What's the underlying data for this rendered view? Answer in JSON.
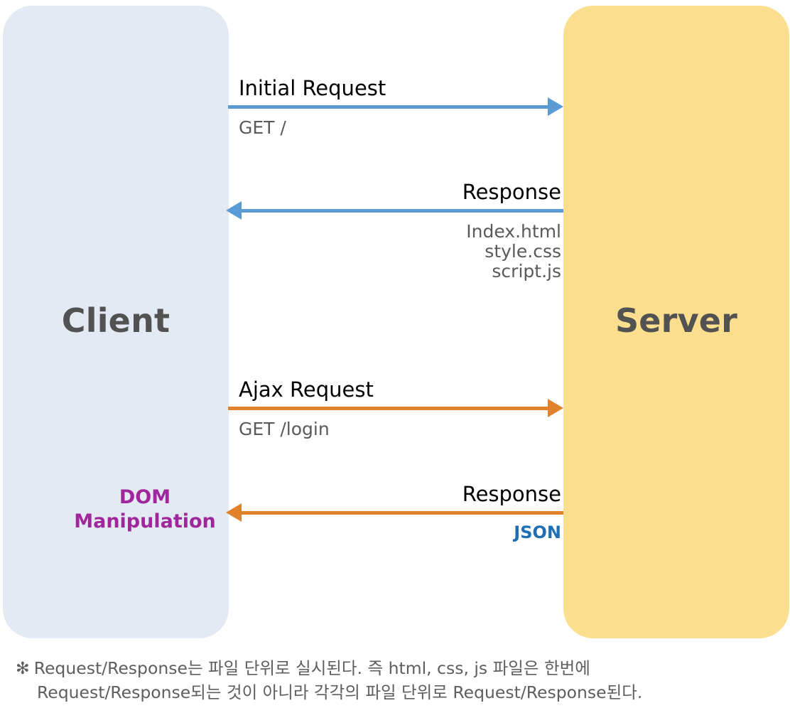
{
  "diagram": {
    "type": "sequence-diagram",
    "title": "Client / Server Request-Response with Ajax",
    "colors": {
      "client_lane": "#e3eaf3",
      "server_lane": "#fcdf8e",
      "lane_label": "#525252",
      "initial_arrow": "#5b9bd5",
      "ajax_arrow": "#e1812c",
      "dom_note": "#a0269b",
      "json_label": "#1f6fb5",
      "sub_text": "#5a5a5a",
      "footnote": "#5e5e5e"
    }
  },
  "lanes": {
    "client": {
      "label": "Client"
    },
    "server": {
      "label": "Server"
    }
  },
  "messages": [
    {
      "id": "initial-request",
      "title": "Initial Request",
      "sub": "GET /",
      "direction": "client-to-server",
      "color": "#5b9bd5"
    },
    {
      "id": "initial-response",
      "title": "Response",
      "sub": "Index.html\nstyle.css\nscript.js",
      "sub_lines": [
        "Index.html",
        "style.css",
        "script.js"
      ],
      "direction": "server-to-client",
      "color": "#5b9bd5"
    },
    {
      "id": "ajax-request",
      "title": "Ajax Request",
      "sub": "GET /login",
      "direction": "client-to-server",
      "color": "#e1812c"
    },
    {
      "id": "ajax-response",
      "title": "Response",
      "sub": "JSON",
      "direction": "server-to-client",
      "color": "#e1812c"
    }
  ],
  "notes": {
    "dom_manipulation_line1": "DOM",
    "dom_manipulation_line2": "Manipulation"
  },
  "footnote": {
    "marker": "✻",
    "line1": "Request/Response는 파일 단위로 실시된다. 즉 html, css, js 파일은 한번에",
    "line2": "Request/Response되는 것이 아니라 각각의 파일 단위로 Request/Response된다."
  }
}
